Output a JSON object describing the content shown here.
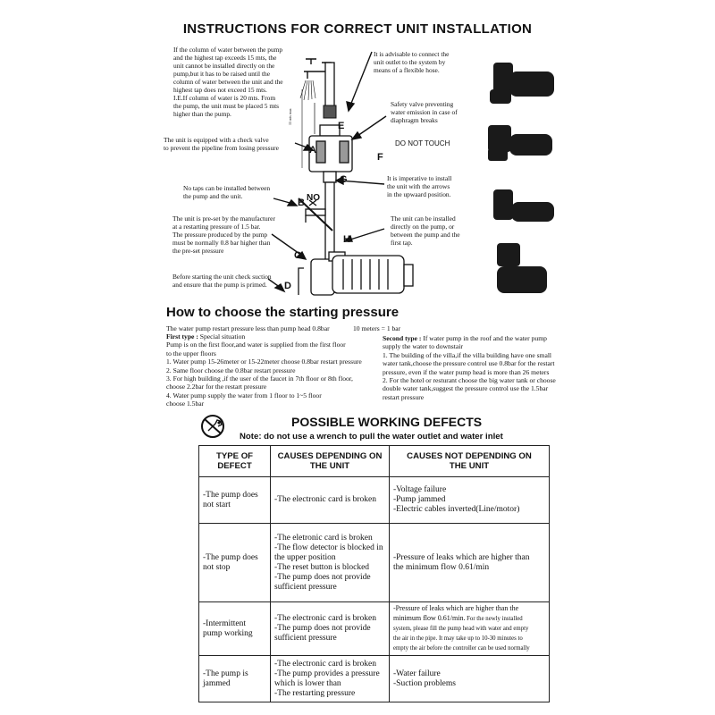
{
  "title": "INSTRUCTIONS FOR CORRECT UNIT INSTALLATION",
  "diagram": {
    "notes": {
      "column": "If the column of water between the pump\nand the highest tap exceeds 15 mts, the\nunit cannot be installed directly on the\npump,but it has to be raised until the\ncolumn of water between the unit and the\nhighest tap does not exceed 15 mts.\nI.E.If column of water is 20 mts. From\nthe pump, the unit must be placed 5 mts\nhigher than the pump.",
      "flex_hose": "It is advisable to connect the\nunit outlet to the system by\nmeans of a flexible hose.",
      "safety_valve": "Safety valve preventing\nwater emission in case of\ndiaphragm breaks",
      "do_not_touch": "DO NOT TOUCH",
      "check_valve": "The unit is equipped with a check valve\nto prevent the pipeline from losing pressure",
      "arrows": "It is imperative to install\nthe unit with the arrows\nin the upwaard position.",
      "no_taps": "No taps can be installed between\nthe pump and the unit.",
      "preset": "The unit is pre-set by the manufacturer\nat a restarting pressure of 1.5 bar.\nThe pressure produced by the pump\nmust be normally 0.8 bar higher than\nthe pre-set pressure",
      "installed_directly": "The unit can be installed\ndirectly on the pump, or\nbetween the pump and the\nfirst tap.",
      "suction": "Before starting the unit check suction\nand ensure that the pump is primed."
    },
    "labels": {
      "a": "A",
      "b": "B",
      "c": "C",
      "d": "D",
      "e": "E",
      "f": "F",
      "g": "G",
      "h": "H",
      "no": "NO",
      "dimension": "15 mts max"
    }
  },
  "starting": {
    "heading": "How to choose the starting pressure",
    "intro": "The water pump restart pressure  less than pump head 0.8bar",
    "conversion": "10 meters = 1 bar",
    "first_type_label": "First type :",
    "first_type_title": " Special situation",
    "first_type_text": " Pump is on the first floor,and water is supplied from the first floor\n  to the upper floors\n1. Water pump 15-26meter or 15-22meter choose 0.8bar restart pressure\n2. Same floor choose the 0.8bar restart pressure\n3. For high building ,if the user of the faucet in 7th floor or 8th floor,\n    choose 2.2bar for the restart pressure\n4. Water pump supply the water from 1 floor to 1~5 floor\n    choose 1.5bar",
    "second_type_label": "Second type :",
    "second_type_title": " If water pump in the roof and the water pump\nsupply the water to downstair",
    "second_type_text": "1. The building of the villa,if the villa building have one small\nwater tank,choose the pressure control use 0.8bar for the restart\npressure, even if the water pump head is more than 26 meters\n2. For the hotel or resturant choose the big water tank or choose\ndouble water tank,suggest the pressure control use the 1.5bar\nrestart pressure"
  },
  "defects": {
    "heading": "POSSIBLE WORKING DEFECTS",
    "note": "Note: do not use a wrench to pull the water outlet and water inlet",
    "columns": [
      "TYPE OF DEFECT",
      "CAUSES DEPENDING ON\nTHE UNIT",
      "CAUSES NOT DEPENDING ON\nTHE UNIT"
    ],
    "rows": [
      {
        "type": "-The pump does\nnot start",
        "unit": "-The electronic card is broken",
        "not_unit": "-Voltage failure\n-Pump jammed\n-Electric cables inverted(Line/motor)"
      },
      {
        "type": "-The pump does\nnot stop",
        "unit": "-The eletronic card is broken\n-The flow detector is blocked in\n the upper position\n-The reset button is blocked\n-The pump does not provide\nsufficient pressure",
        "not_unit": "-Pressure of leaks which are higher than\nthe minimum flow 0.61/min"
      },
      {
        "type": "-Intermittent\npump working",
        "unit": "-The electronic card is broken\n-The pump does not provide\nsufficient pressure",
        "not_unit": "-Pressure of leaks which are higher than the\nminimum flow 0.61/min.",
        "not_unit_extra": " For the newly installed\nsystem, please fill the pump head with water and empty\nthe air in the pipe. It may take up to 10-30 minutes to\nempty the air before the controller can be used normally"
      },
      {
        "type": "-The pump is\njammed",
        "unit": "-The electronic card is broken\n-The pump provides a pressure\nwhich is lower than\n-The restarting pressure",
        "not_unit": "-Water failure\n-Suction problems"
      }
    ]
  }
}
